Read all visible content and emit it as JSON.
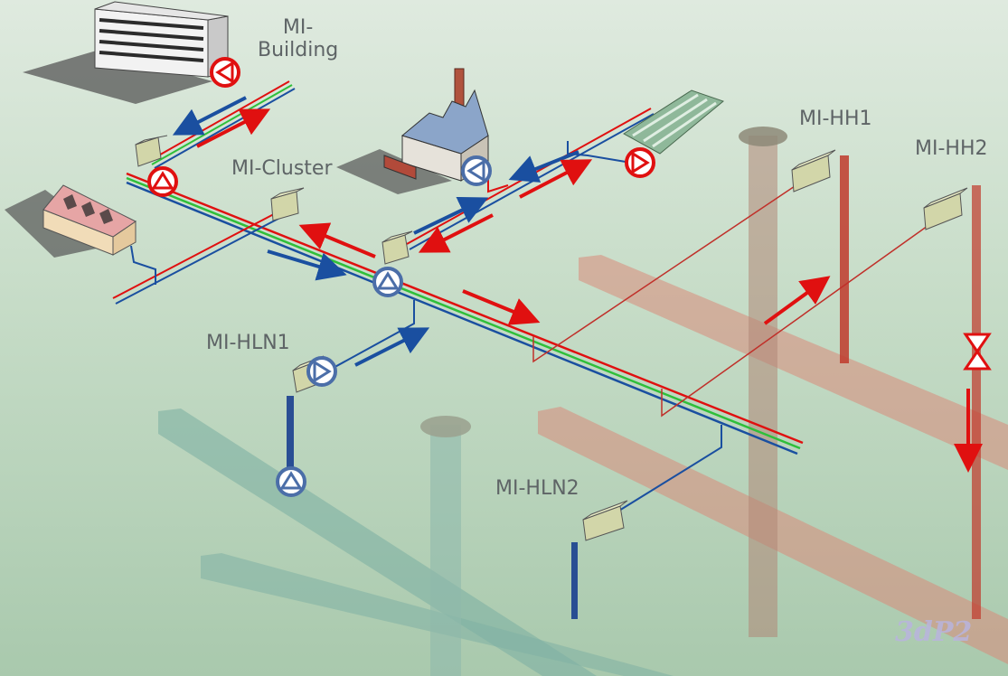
{
  "labels": {
    "building_line1": "MI-",
    "building_line2": "Building",
    "cluster": "MI-Cluster",
    "hh1": "MI-HH1",
    "hh2": "MI-HH2",
    "hln1": "MI-HLN1",
    "hln2": "MI-HLN2"
  },
  "watermark": "3dP2",
  "colors": {
    "supply": "#e01010",
    "return": "#1a4fa0",
    "ground_link": "#2fbf3a",
    "pump_red": "#e01010",
    "pump_blue": "#4b6ea8",
    "valve": "#e01010"
  },
  "icons": [
    "pump-icon",
    "valve-icon",
    "flow-arrow-icon",
    "heat-exchanger-icon",
    "building-icon",
    "factory-icon",
    "greenhouse-icon",
    "borehole-icon"
  ]
}
